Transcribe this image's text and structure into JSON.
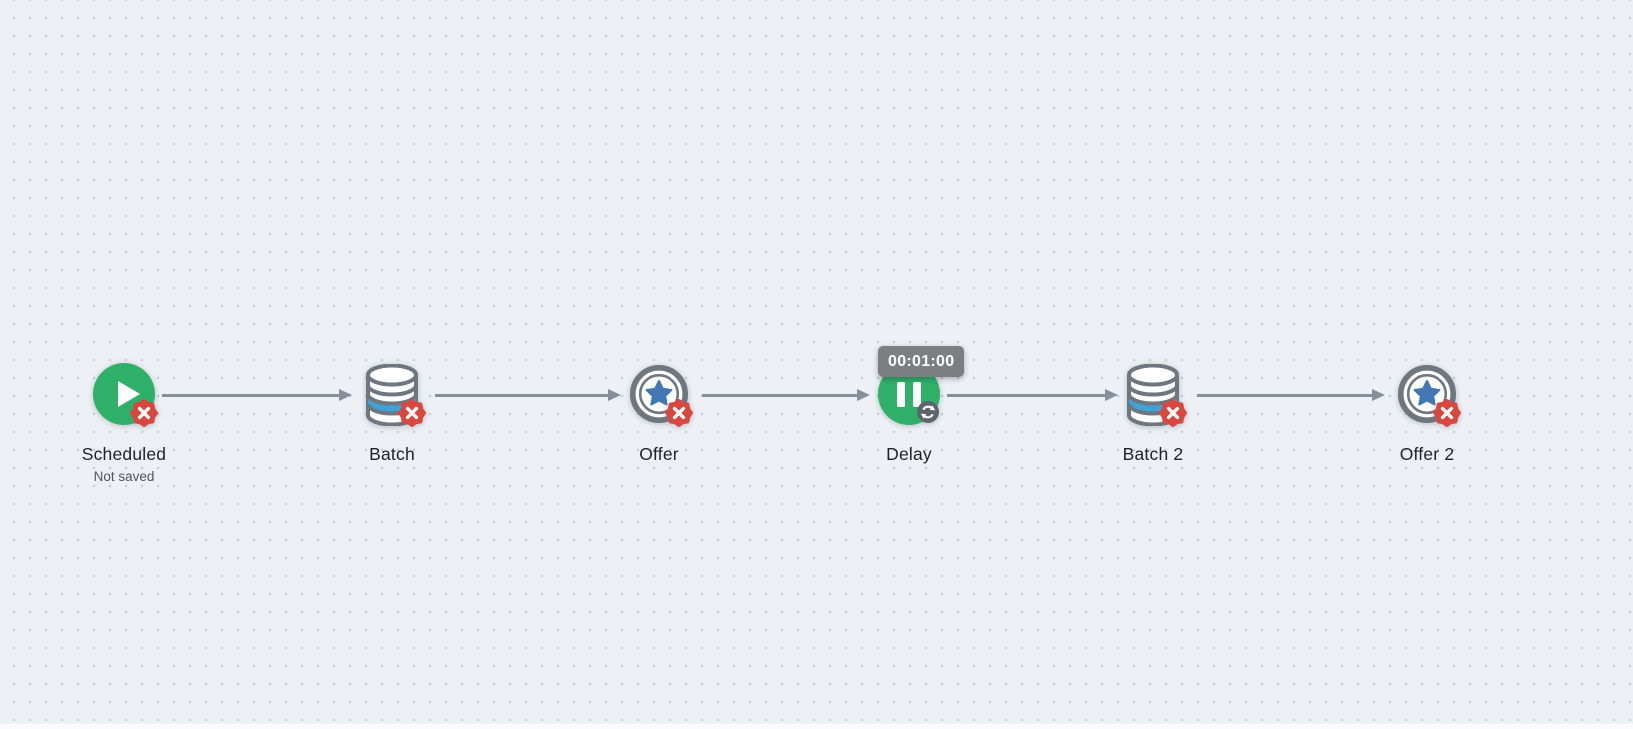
{
  "canvas": {
    "background_color": "#edf1f5",
    "dot_color": "#c7ccd5"
  },
  "colors": {
    "node_green": "#2fb068",
    "error_red": "#d9473f",
    "database_band_blue": "#3ea3d6",
    "star_blue": "#4177b4",
    "icon_outline_gray": "#6e7680",
    "connector_gray": "#87909a",
    "tooltip_bg": "#7c7f82",
    "label_color": "#1e2228"
  },
  "nodes": [
    {
      "label": "Scheduled",
      "sublabel": "Not saved",
      "icon": "play-icon",
      "badge": "error"
    },
    {
      "label": "Batch",
      "icon": "database-icon",
      "badge": "error"
    },
    {
      "label": "Offer",
      "icon": "offer-star-icon",
      "badge": "error"
    },
    {
      "label": "Delay",
      "icon": "pause-icon",
      "badge": "refresh",
      "tooltip": "00:01:00"
    },
    {
      "label": "Batch 2",
      "icon": "database-icon",
      "badge": "error"
    },
    {
      "label": "Offer 2",
      "icon": "offer-star-icon",
      "badge": "error"
    }
  ],
  "connectors": [
    {
      "from": "Scheduled",
      "to": "Batch"
    },
    {
      "from": "Batch",
      "to": "Offer"
    },
    {
      "from": "Offer",
      "to": "Delay"
    },
    {
      "from": "Delay",
      "to": "Batch 2"
    },
    {
      "from": "Batch 2",
      "to": "Offer 2"
    }
  ]
}
